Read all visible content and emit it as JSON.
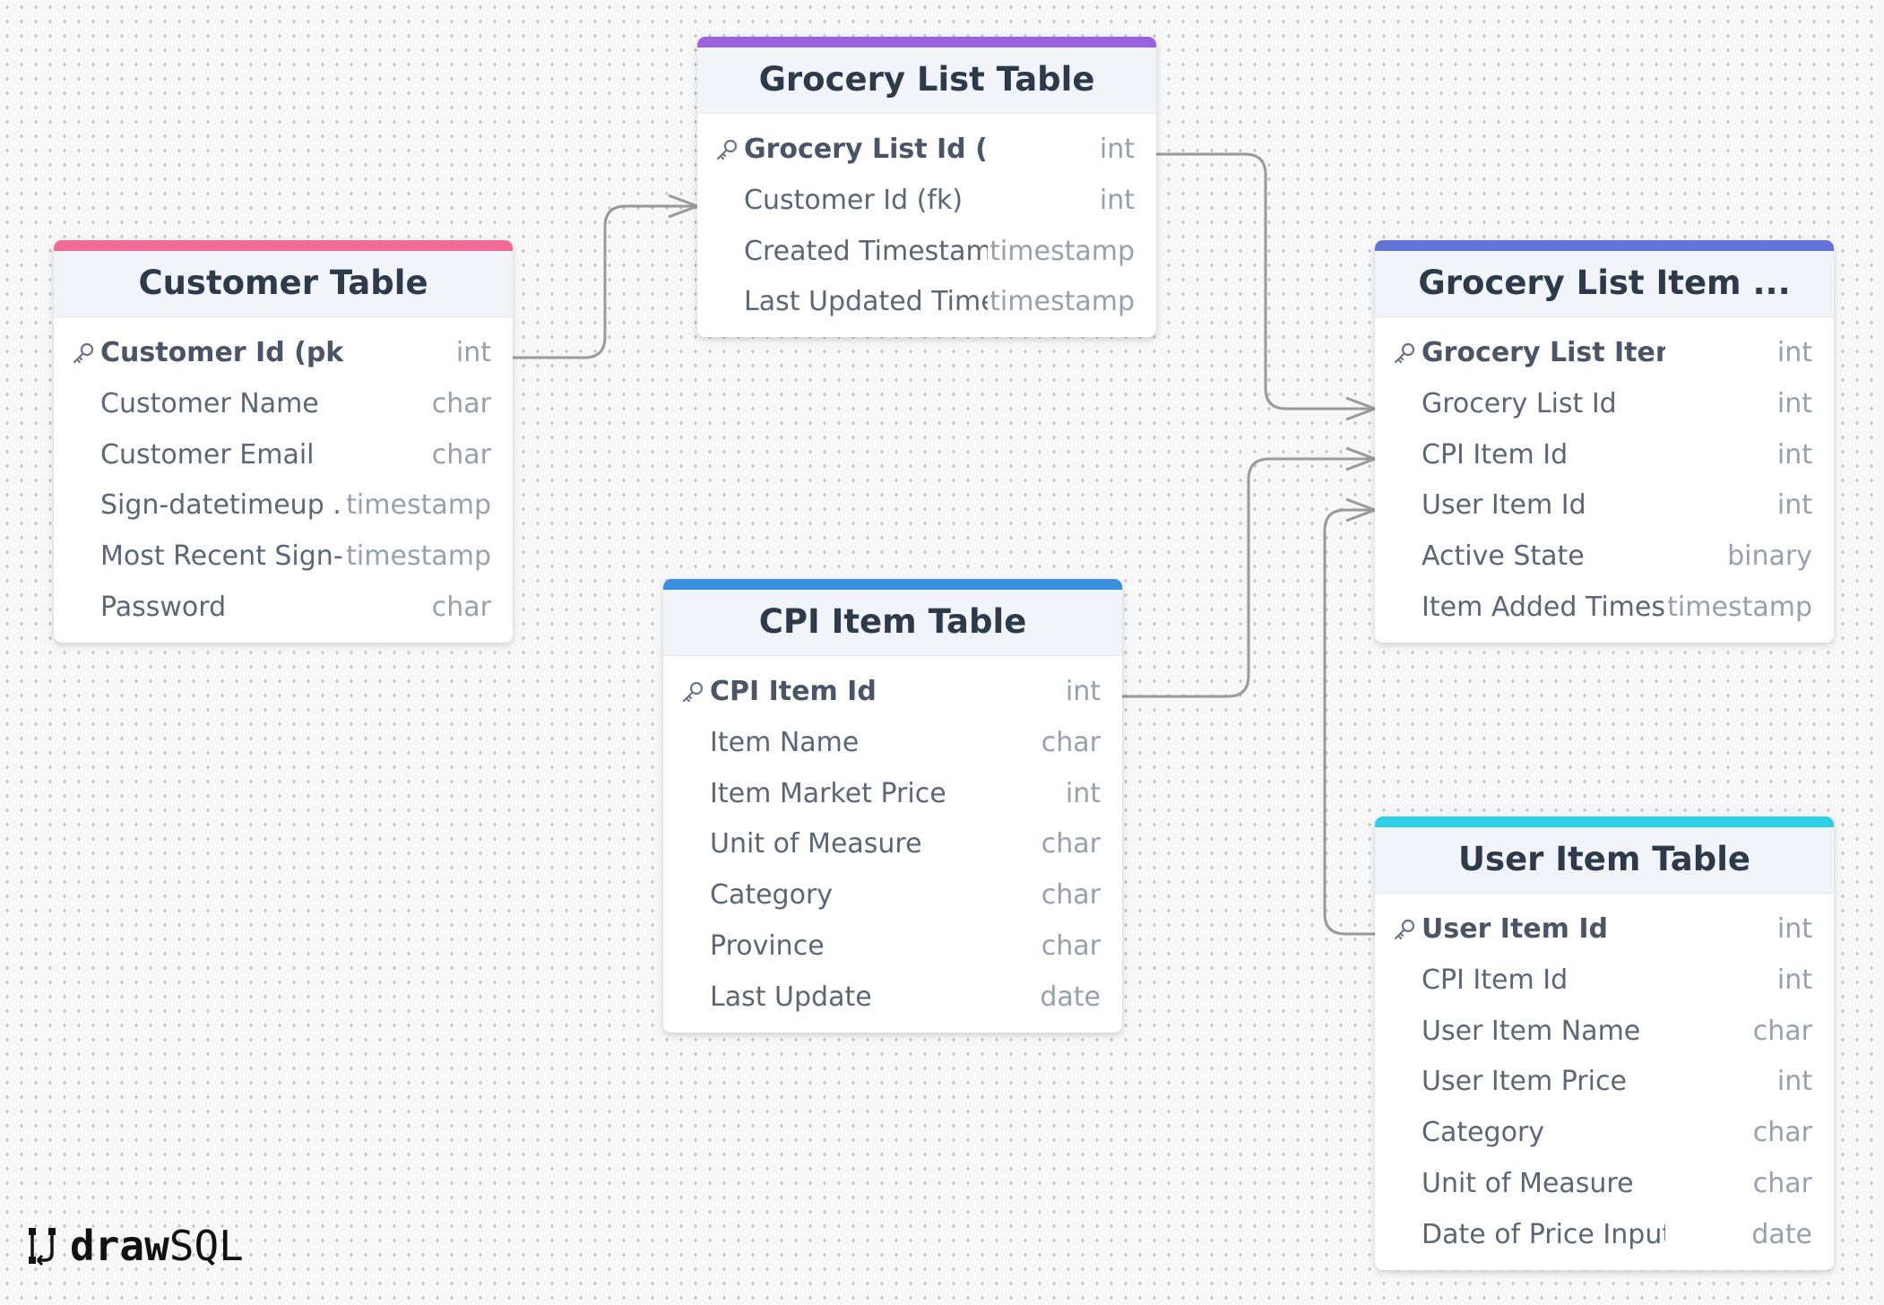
{
  "tables": [
    {
      "id": "customer",
      "title": "Customer Table",
      "accent": "#f06c97",
      "fields": [
        {
          "name": "Customer Id (pk)",
          "type": "int",
          "pk": true
        },
        {
          "name": "Customer Name",
          "type": "char",
          "pk": false
        },
        {
          "name": "Customer Email",
          "type": "char",
          "pk": false
        },
        {
          "name": "Sign-datetimeup ...",
          "type": "timestamp",
          "pk": false
        },
        {
          "name": "Most Recent Sign-i",
          "type": "timestamp",
          "pk": false
        },
        {
          "name": "Password",
          "type": "char",
          "pk": false
        }
      ]
    },
    {
      "id": "grocery-list",
      "title": "Grocery List Table",
      "accent": "#9a61e0",
      "fields": [
        {
          "name": "Grocery List Id (pk)",
          "type": "int",
          "pk": true
        },
        {
          "name": "Customer Id (fk)",
          "type": "int",
          "pk": false
        },
        {
          "name": "Created Timestamp",
          "type": "timestamp",
          "pk": false
        },
        {
          "name": "Last Updated Time",
          "type": "timestamp",
          "pk": false
        }
      ]
    },
    {
      "id": "grocery-list-item",
      "title": "Grocery List Item ...",
      "accent": "#6374d6",
      "fields": [
        {
          "name": "Grocery List Item Id",
          "type": "int",
          "pk": true
        },
        {
          "name": "Grocery List Id",
          "type": "int",
          "pk": false
        },
        {
          "name": "CPI Item Id",
          "type": "int",
          "pk": false
        },
        {
          "name": "User Item Id",
          "type": "int",
          "pk": false
        },
        {
          "name": "Active State",
          "type": "binary",
          "pk": false
        },
        {
          "name": "Item Added Timest",
          "type": "timestamp",
          "pk": false
        }
      ]
    },
    {
      "id": "cpi-item",
      "title": "CPI Item Table",
      "accent": "#3b8fe0",
      "fields": [
        {
          "name": "CPI Item Id",
          "type": "int",
          "pk": true
        },
        {
          "name": "Item Name",
          "type": "char",
          "pk": false
        },
        {
          "name": "Item Market Price",
          "type": "int",
          "pk": false
        },
        {
          "name": "Unit of Measure",
          "type": "char",
          "pk": false
        },
        {
          "name": "Category",
          "type": "char",
          "pk": false
        },
        {
          "name": "Province",
          "type": "char",
          "pk": false
        },
        {
          "name": "Last Update",
          "type": "date",
          "pk": false
        }
      ]
    },
    {
      "id": "user-item",
      "title": "User Item Table",
      "accent": "#2cd0e6",
      "fields": [
        {
          "name": "User Item Id",
          "type": "int",
          "pk": true
        },
        {
          "name": "CPI Item Id",
          "type": "int",
          "pk": false
        },
        {
          "name": "User Item Name",
          "type": "char",
          "pk": false
        },
        {
          "name": "User Item Price",
          "type": "int",
          "pk": false
        },
        {
          "name": "Category",
          "type": "char",
          "pk": false
        },
        {
          "name": "Unit of Measure",
          "type": "char",
          "pk": false
        },
        {
          "name": "Date of Price Input",
          "type": "date",
          "pk": false
        }
      ]
    }
  ],
  "relationships": [
    {
      "from": "customer.Customer Id (pk)",
      "to": "grocery-list.Customer Id (fk)",
      "cardinality": "one-to-many"
    },
    {
      "from": "grocery-list.Grocery List Id (pk)",
      "to": "grocery-list-item.Grocery List Id",
      "cardinality": "one-to-many"
    },
    {
      "from": "cpi-item.CPI Item Id",
      "to": "grocery-list-item.CPI Item Id",
      "cardinality": "one-to-many"
    },
    {
      "from": "user-item.User Item Id",
      "to": "grocery-list-item.User Item Id",
      "cardinality": "one-to-many"
    }
  ],
  "logo": {
    "part1": "draw",
    "part2": "SQL"
  },
  "connector_color": "#9a9a9a"
}
